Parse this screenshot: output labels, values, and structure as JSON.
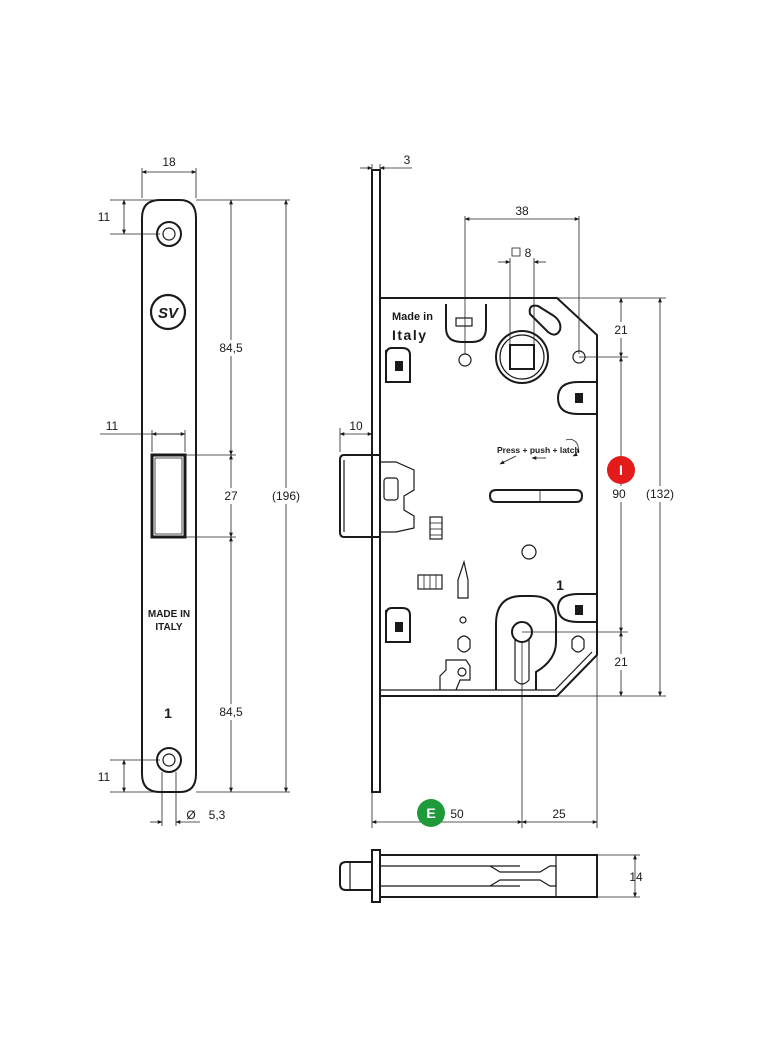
{
  "faceplate": {
    "dims": {
      "width": "18",
      "top_hole": "11",
      "upper": "84,5",
      "latch_offset": "11",
      "latch_height": "27",
      "lower": "84,5",
      "bottom_hole": "11",
      "hole_dia": "5,3",
      "total": "(196)"
    },
    "logo": "SV",
    "stamp_line1": "MADE IN",
    "stamp_line2": "ITALY",
    "number": "1"
  },
  "body": {
    "dims": {
      "plate_thickness": "3",
      "spindle_centers": "38",
      "spindle_square": "8",
      "top_offset": "21",
      "latch_projection": "10",
      "center_distance": "90",
      "case_height": "(132)",
      "bottom_offset": "21",
      "backset": "50",
      "rear": "25"
    },
    "made_in_line1": "Made in",
    "made_in_line2": "Italy",
    "instruction_line1": "Press + push + latch",
    "number": "1"
  },
  "side_view": {
    "thickness": "14"
  },
  "markers": [
    {
      "letter": "I",
      "color": "#e31b1b"
    },
    {
      "letter": "E",
      "color": "#1e9a3a"
    }
  ]
}
